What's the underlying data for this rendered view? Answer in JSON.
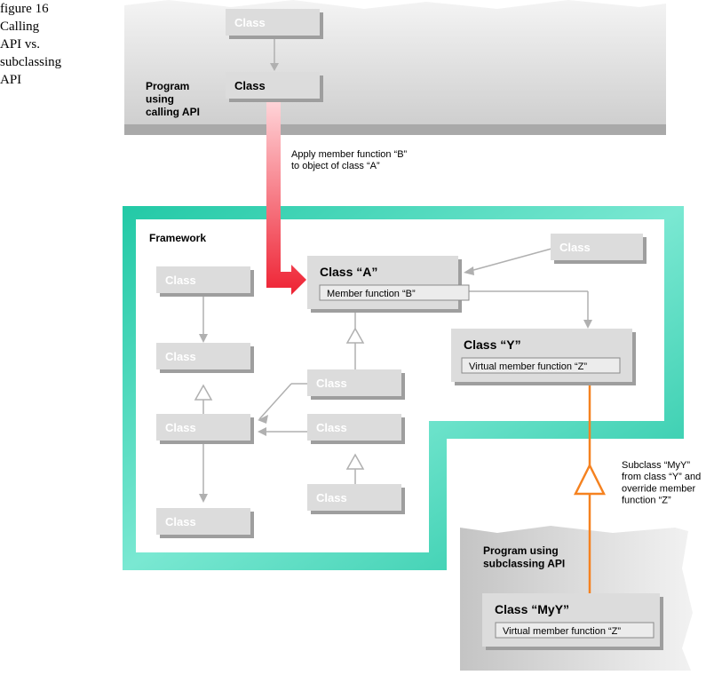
{
  "figure_caption": "figure 16\nCalling\nAPI vs.\nsubclassing\nAPI",
  "top_region": {
    "label": "Program\nusing\ncalling API",
    "class_top": "Class",
    "class_main": "Class"
  },
  "call_note": "Apply member function “B”\nto object of class “A”",
  "framework": {
    "label": "Framework",
    "class_a": {
      "title": "Class “A”",
      "member": "Member function “B”"
    },
    "class_y": {
      "title": "Class “Y”",
      "member": "Virtual member function “Z”"
    },
    "generic_class": "Class"
  },
  "subclass_note": "Subclass “MyY”\nfrom class “Y” and\noverride member\nfunction “Z”",
  "bottom_region": {
    "label": "Program using\nsubclassing API",
    "class_myy": {
      "title": "Class “MyY”",
      "member": "Virtual member function “Z”"
    }
  },
  "colors": {
    "framework_border": "#2ad3b0",
    "call_arrow": "#ee2233",
    "subclass_arrow": "#f58220",
    "box_fill": "#dcdcdc",
    "connector": "#b0b0b0",
    "region_fill": "#d8d8d8"
  }
}
